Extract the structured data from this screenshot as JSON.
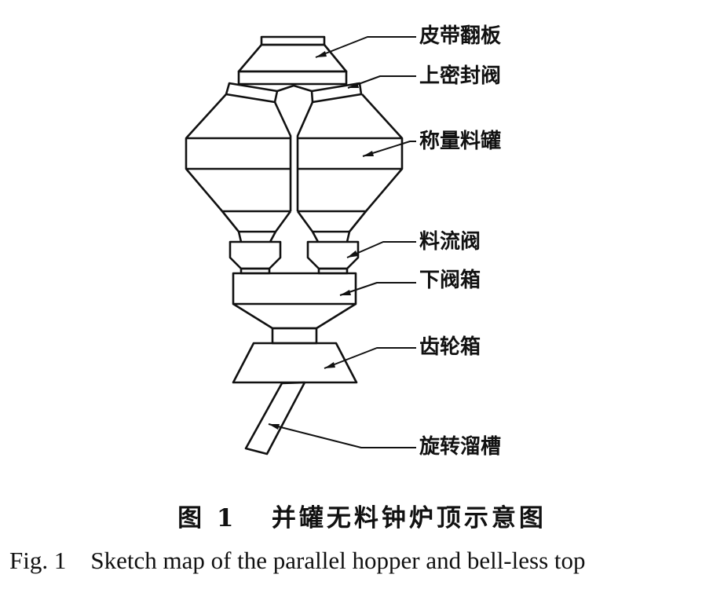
{
  "labels": {
    "belt_flap": "皮带翻板",
    "upper_seal_valve": "上密封阀",
    "weighing_hopper": "称量料罐",
    "material_flow_valve": "料流阀",
    "lower_valve_box": "下阀箱",
    "gear_box": "齿轮箱",
    "rotating_chute": "旋转溜槽"
  },
  "caption": {
    "cn": "图 1   并罐无料钟炉顶示意图",
    "en": "Fig. 1    Sketch map of the parallel hopper and bell-less top"
  }
}
